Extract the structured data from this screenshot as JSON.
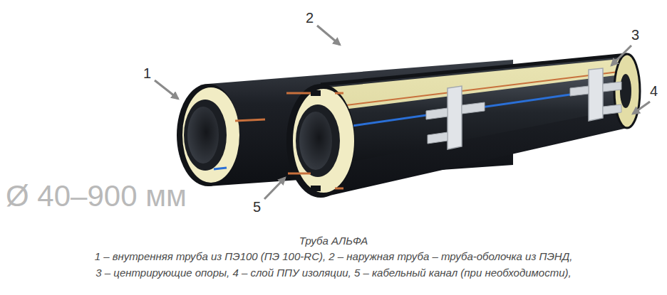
{
  "diagram": {
    "title": "Труба АЛЬФА",
    "caption": "1 – внутренняя труба из ПЭ100 (ПЭ 100-RC), 2 – наружная труба – труба-оболочка из ПЭНД, 3 – центрирующие опоры, 4 – слой ППУ изоляции, 5 – кабельный канал (при необходимости),",
    "labels": [
      "1",
      "2",
      "3",
      "4",
      "5",
      "Ø 40–900 мм"
    ]
  }
}
